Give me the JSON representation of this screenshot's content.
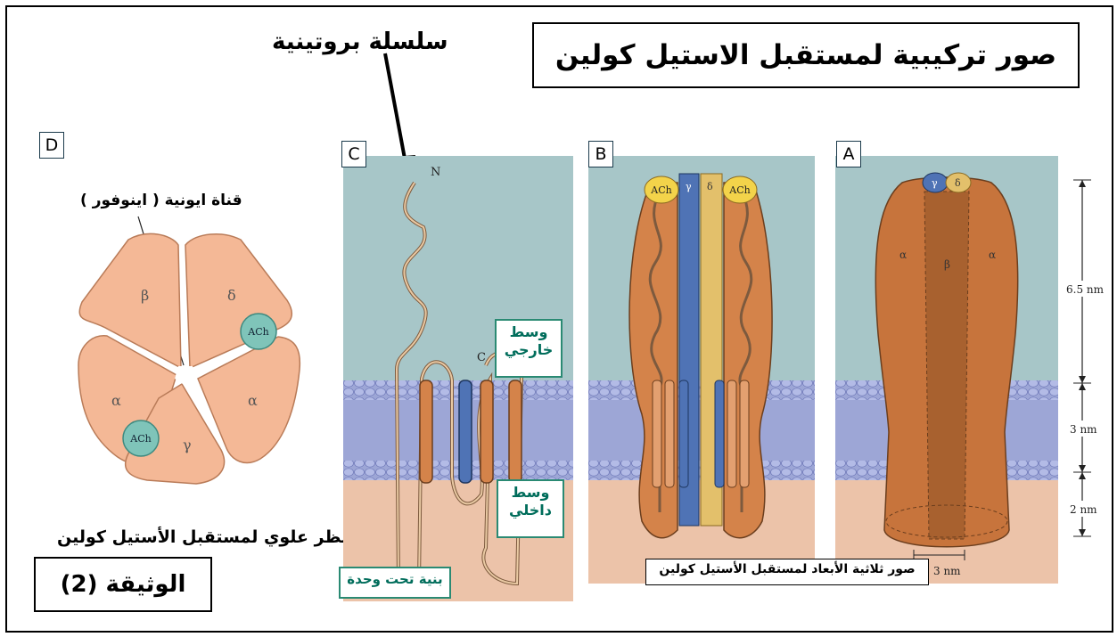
{
  "title": "صور تركيبية لمستقبل الاستيل كولين",
  "protein_chain_label": "سلسلة بروتينية",
  "document_label": "الوثيقة (2)",
  "panel_d": {
    "letter": "D",
    "ion_channel_label": "قناة ايونية ( اينوفور )",
    "caption": "منظر علوي لمستقبل الأستيل كولين",
    "subunits": [
      "β",
      "δ",
      "α",
      "α",
      "γ"
    ],
    "ach": "ACh"
  },
  "panel_c": {
    "letter": "C",
    "n_terminal": "N",
    "c_terminal": "C",
    "outer_medium": "وسط خارجي",
    "inner_medium": "وسط داخلي",
    "subunit_structure": "بنية تحت وحدة"
  },
  "panel_b": {
    "letter": "B",
    "ach_left": "ACh",
    "ach_right": "ACh",
    "gamma": "γ",
    "delta": "δ",
    "caption": "صور ثلاثية الأبعاد لمستقبل الأستيل كولين"
  },
  "panel_a": {
    "letter": "A",
    "alpha": "α",
    "beta": "β",
    "gamma": "γ",
    "delta": "δ",
    "width_label": "3 nm"
  },
  "scale": {
    "top": "6.5 nm",
    "middle": "3 nm",
    "bottom": "2 nm"
  },
  "colors": {
    "extracellular": "#a7c6c8",
    "membrane": "#9da6d6",
    "cytoplasm": "#ecc3a9",
    "subunit_orange": "#d4834a",
    "helix_blue": "#4f73b5",
    "pentamer": "#f4b896",
    "ach_teal": "#7fc4b9",
    "label_teal": "#006d5b"
  }
}
